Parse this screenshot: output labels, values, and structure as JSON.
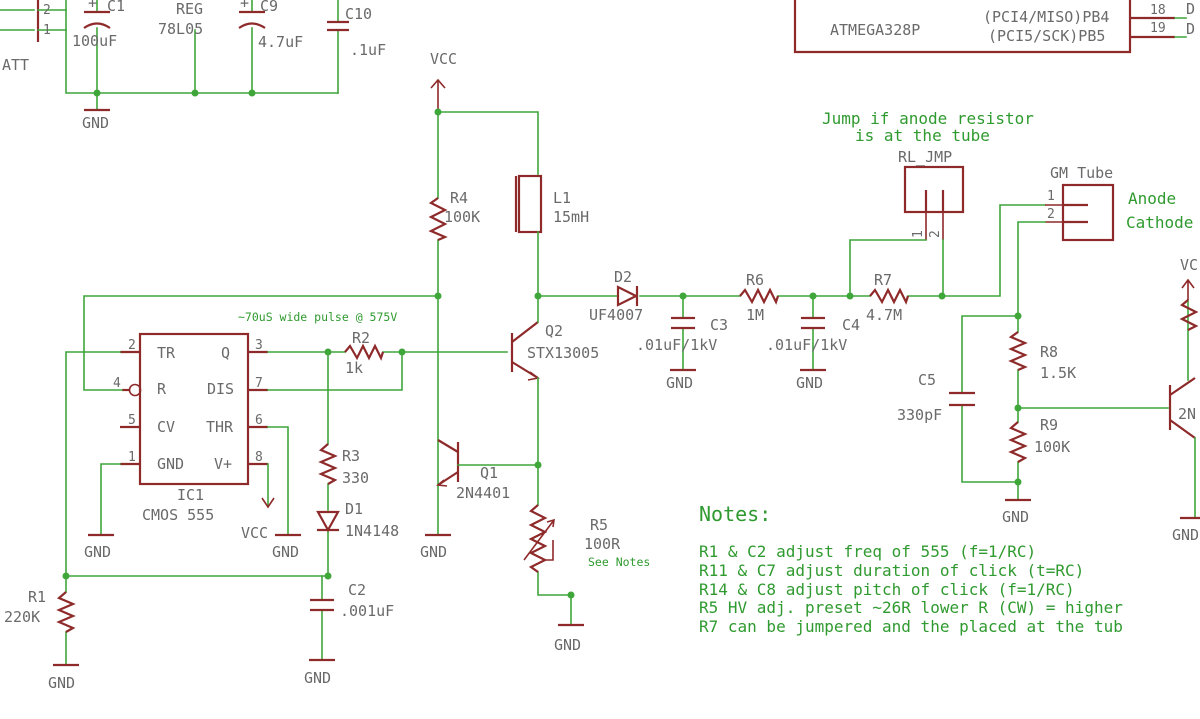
{
  "labels": {
    "c1_name": "C1",
    "c1_value": "100uF",
    "reg_name": "REG",
    "reg_value": "78L05",
    "c9_name": "C9",
    "c9_value": "4.7uF",
    "c10_name": "C10",
    "c10_value": ".1uF",
    "batt": "ATT",
    "gnd": "GND",
    "vcc": "VCC",
    "mcu": "ATMEGA328P",
    "mcu_pin_pb4": "(PCI4/MISO)PB4",
    "mcu_pin_pb5": "(PCI5/SCK)PB5",
    "mcu_num_18": "18",
    "mcu_num_19": "19",
    "r4_name": "R4",
    "r4_value": "100K",
    "l1_name": "L1",
    "l1_value": "15mH",
    "d2_name": "D2",
    "d2_value": "UF4007",
    "r6_name": "R6",
    "r6_value": "1M",
    "r7_name": "R7",
    "r7_value": "4.7M",
    "c3_name": "C3",
    "c3_value": ".01uF/1kV",
    "c4_name": "C4",
    "c4_value": ".01uF/1kV",
    "jump_note_1": "Jump if anode resistor",
    "jump_note_2": "is at the tube",
    "rl_jmp": "RL_JMP",
    "gm_tube": "GM Tube",
    "anode": "Anode",
    "cathode": "Cathode",
    "pin_1": "1",
    "pin_2": "2",
    "pulse_note": "~70uS wide pulse @ 575V",
    "r2_name": "R2",
    "r2_value": "1k",
    "q2_name": "Q2",
    "q2_value": "STX13005",
    "q1_name": "Q1",
    "q1_value": "2N4401",
    "r3_name": "R3",
    "r3_value": "330",
    "d1_name": "D1",
    "d1_value": "1N4148",
    "r1_name": "R1",
    "r1_value": "220K",
    "c2_name": "C2",
    "c2_value": ".001uF",
    "r5_name": "R5",
    "r5_value": "100R",
    "r5_note": "See Notes",
    "c5_name": "C5",
    "c5_value": "330pF",
    "r8_name": "R8",
    "r8_value": "1.5K",
    "r9_name": "R9",
    "r9_value": "100K",
    "ic1_name": "IC1",
    "ic1_value": "CMOS 555",
    "ic_tr": "TR",
    "ic_q": "Q",
    "ic_r": "R",
    "ic_dis": "DIS",
    "ic_cv": "CV",
    "ic_thr": "THR",
    "ic_gnd": "GND",
    "ic_vplus": "V+",
    "ic_p2": "2",
    "ic_p3": "3",
    "ic_p4": "4",
    "ic_p7": "7",
    "ic_p5": "5",
    "ic_p6": "6",
    "ic_p1": "1",
    "ic_p8": "8",
    "vc_cut": "VC",
    "q_cut_label": "2N"
  },
  "notes": {
    "title": "Notes:",
    "lines": [
      "R1 & C2 adjust freq of 555 (f=1/RC)",
      "R11 & C7 adjust duration of click (t=RC)",
      "R14 & C8 adjust pitch of click (f=1/RC)",
      "R5 HV adj. preset ~26R lower R (CW) = higher",
      "R7 can be jumpered and the placed at the tub"
    ]
  },
  "colors": {
    "wire": "#3fa63a",
    "part": "#8e2a2a",
    "label": "#6a6a6a",
    "note": "#2f9a2f",
    "background": "#ffffff"
  }
}
